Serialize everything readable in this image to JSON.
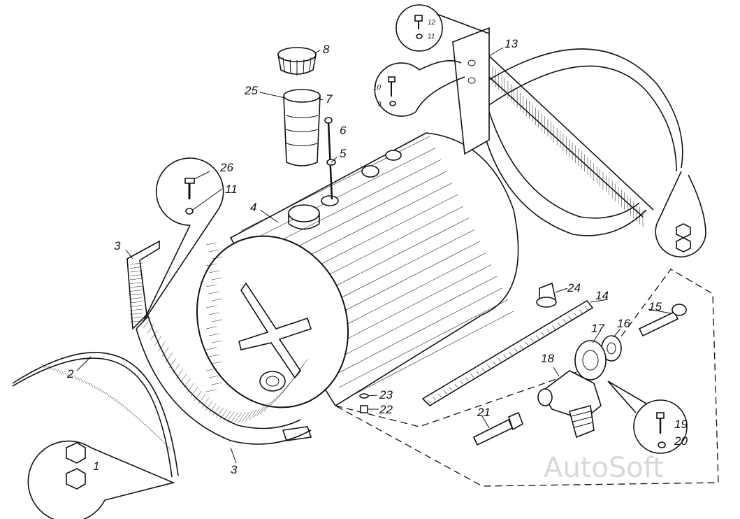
{
  "diagram": {
    "labels": {
      "l1": "1",
      "l2": "2",
      "l3a": "3",
      "l3b": "3",
      "l4": "4",
      "l5": "5",
      "l6": "6",
      "l7": "7",
      "l8": "8",
      "l9": "9",
      "l10": "10",
      "l11a": "11",
      "l11b": "11",
      "l12": "12",
      "l13": "13",
      "l14": "14",
      "l15": "15",
      "l16": "16",
      "l17": "17",
      "l18": "18",
      "l19": "19",
      "l20": "20",
      "l21": "21",
      "l22": "22",
      "l23": "23",
      "l24": "24",
      "l25": "25",
      "l26": "26"
    },
    "watermark": "AutoSoft"
  }
}
